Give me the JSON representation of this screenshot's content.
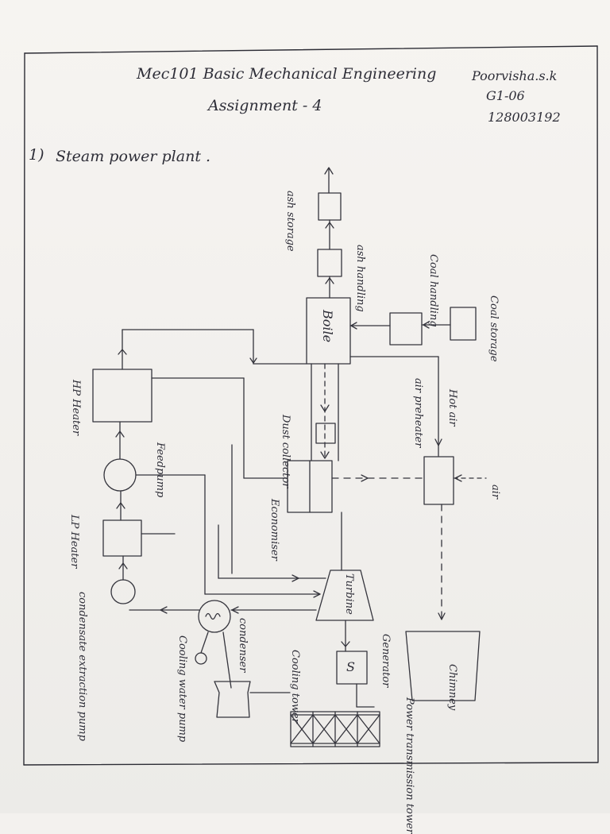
{
  "header": {
    "title": "Mec101 Basic Mechanical Engineering",
    "subtitle": "Assignment - 4",
    "student_name": "Poorvisha.s.k",
    "group": "G1-06",
    "register_no": "128003192"
  },
  "question": {
    "number": "1)",
    "title": "Steam power plant ."
  },
  "diagram": {
    "labels": {
      "ash_storage": "ash storage",
      "ash_handling": "ash handling",
      "coal_handling": "Coal handling",
      "coal_storage": "Coal storage",
      "boiler": "Boile",
      "hp_heater": "HP Heater",
      "dust_collector": "Dust collector",
      "hot_air": "Hot air",
      "air_preheater": "air preheater",
      "feed_pump": "Feedpump",
      "economiser": "Economiser",
      "air": "air",
      "lp_heater": "LP Heater",
      "turbine": "Turbine",
      "condensate_pump": "condensate extraction pump",
      "condenser": "condenser",
      "cooling_water_pump": "Cooling water pump",
      "cooling_tower": "Cooling tower",
      "generator": "Generator",
      "generator_symbol": "S",
      "chimney": "Chimney",
      "power_tower": "Power transmission tower"
    }
  }
}
